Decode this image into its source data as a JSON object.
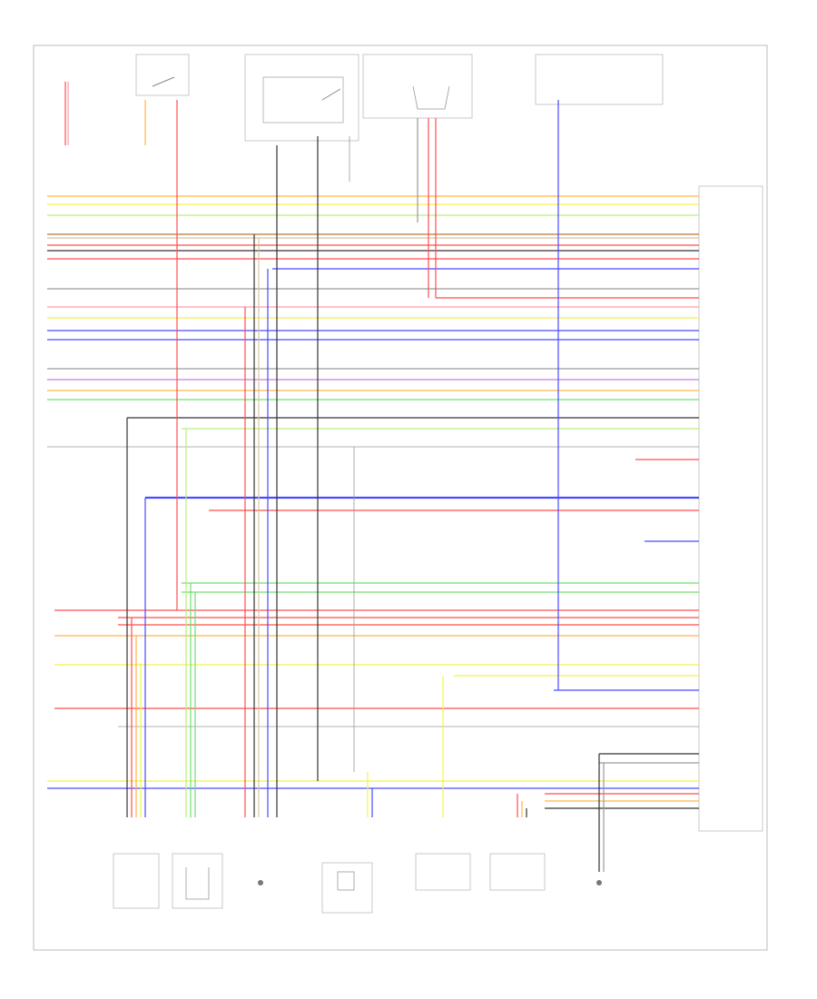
{
  "diagram": {
    "page_number": "",
    "top_components": [
      {
        "id": "c1",
        "lines": [
          "",
          "",
          "",
          "",
          ""
        ]
      },
      {
        "id": "c2",
        "lines": [
          "",
          ""
        ]
      },
      {
        "id": "c3",
        "lines": [
          "",
          "",
          "",
          ""
        ]
      },
      {
        "id": "c4",
        "lines": [
          "",
          "",
          "",
          ""
        ]
      },
      {
        "id": "c5",
        "lines": [
          "",
          "",
          "",
          ""
        ]
      }
    ],
    "module": {
      "lines": [
        "",
        "",
        ""
      ]
    },
    "bottom_components": [
      {
        "id": "b1",
        "lines": [
          "",
          "",
          ""
        ]
      },
      {
        "id": "b2",
        "lines": [
          "",
          "",
          "",
          "",
          ""
        ]
      },
      {
        "id": "b3",
        "lines": [
          "",
          "",
          "",
          "",
          "",
          ""
        ]
      },
      {
        "id": "b4",
        "lines": [
          "",
          "",
          "",
          ""
        ]
      },
      {
        "id": "b5",
        "lines": [
          "",
          "",
          "",
          ""
        ]
      },
      {
        "id": "b6",
        "lines": [
          "",
          ""
        ]
      }
    ],
    "wire_colors": {
      "red": "#ff4d4d",
      "pink": "#ff9aa8",
      "orange": "#ffb347",
      "yellow": "#f2f24a",
      "lime": "#b7f07a",
      "green": "#6fe06f",
      "blue": "#4a4aff",
      "black": "#333333",
      "gray": "#9a9a9a",
      "brown": "#b87333",
      "tan": "#d8c8a0",
      "violet": "#c97ae0"
    }
  }
}
